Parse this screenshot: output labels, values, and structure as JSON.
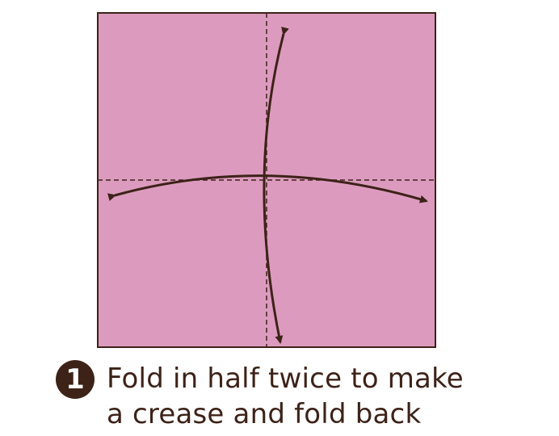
{
  "diagram": {
    "paper_color": "#dc9bbe",
    "line_color": "#3d2218"
  },
  "step": {
    "number": "1",
    "text_line_1": "Fold in half twice to make",
    "text_line_2": "a crease and fold back"
  }
}
